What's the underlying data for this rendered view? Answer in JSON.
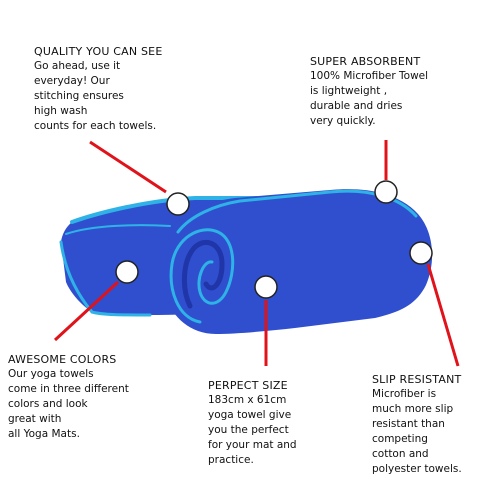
{
  "colors": {
    "towel": "#2f4fcf",
    "towel_dark": "#1f35a8",
    "trim": "#2fb2e6",
    "pointer_line": "#e0121a",
    "marker_fill": "#ffffff",
    "marker_stroke": "#222222"
  },
  "callouts": {
    "quality": {
      "heading": "QUALITY YOU CAN SEE",
      "lines": [
        "Go ahead, use it",
        "everyday! Our",
        "stitching ensures",
        "high wash",
        "counts for each towels."
      ]
    },
    "absorbent": {
      "heading": "SUPER ABSORBENT",
      "lines": [
        "100% Microfiber Towel",
        "is lightweight ,",
        " durable and dries",
        " very quickly."
      ]
    },
    "colors": {
      "heading": "AWESOME COLORS",
      "lines": [
        "Our yoga towels",
        "come in three different",
        "colors and look",
        "great with",
        "all Yoga Mats."
      ]
    },
    "size": {
      "heading": "PERPECT SIZE",
      "lines": [
        "183cm x 61cm",
        "yoga towel give",
        "you the perfect",
        "for your mat and",
        "practice."
      ]
    },
    "slip": {
      "heading": "SLIP RESISTANT",
      "lines": [
        "Microfiber is",
        "much more slip",
        "resistant than",
        "competing",
        "cotton and",
        "polyester towels."
      ]
    }
  }
}
